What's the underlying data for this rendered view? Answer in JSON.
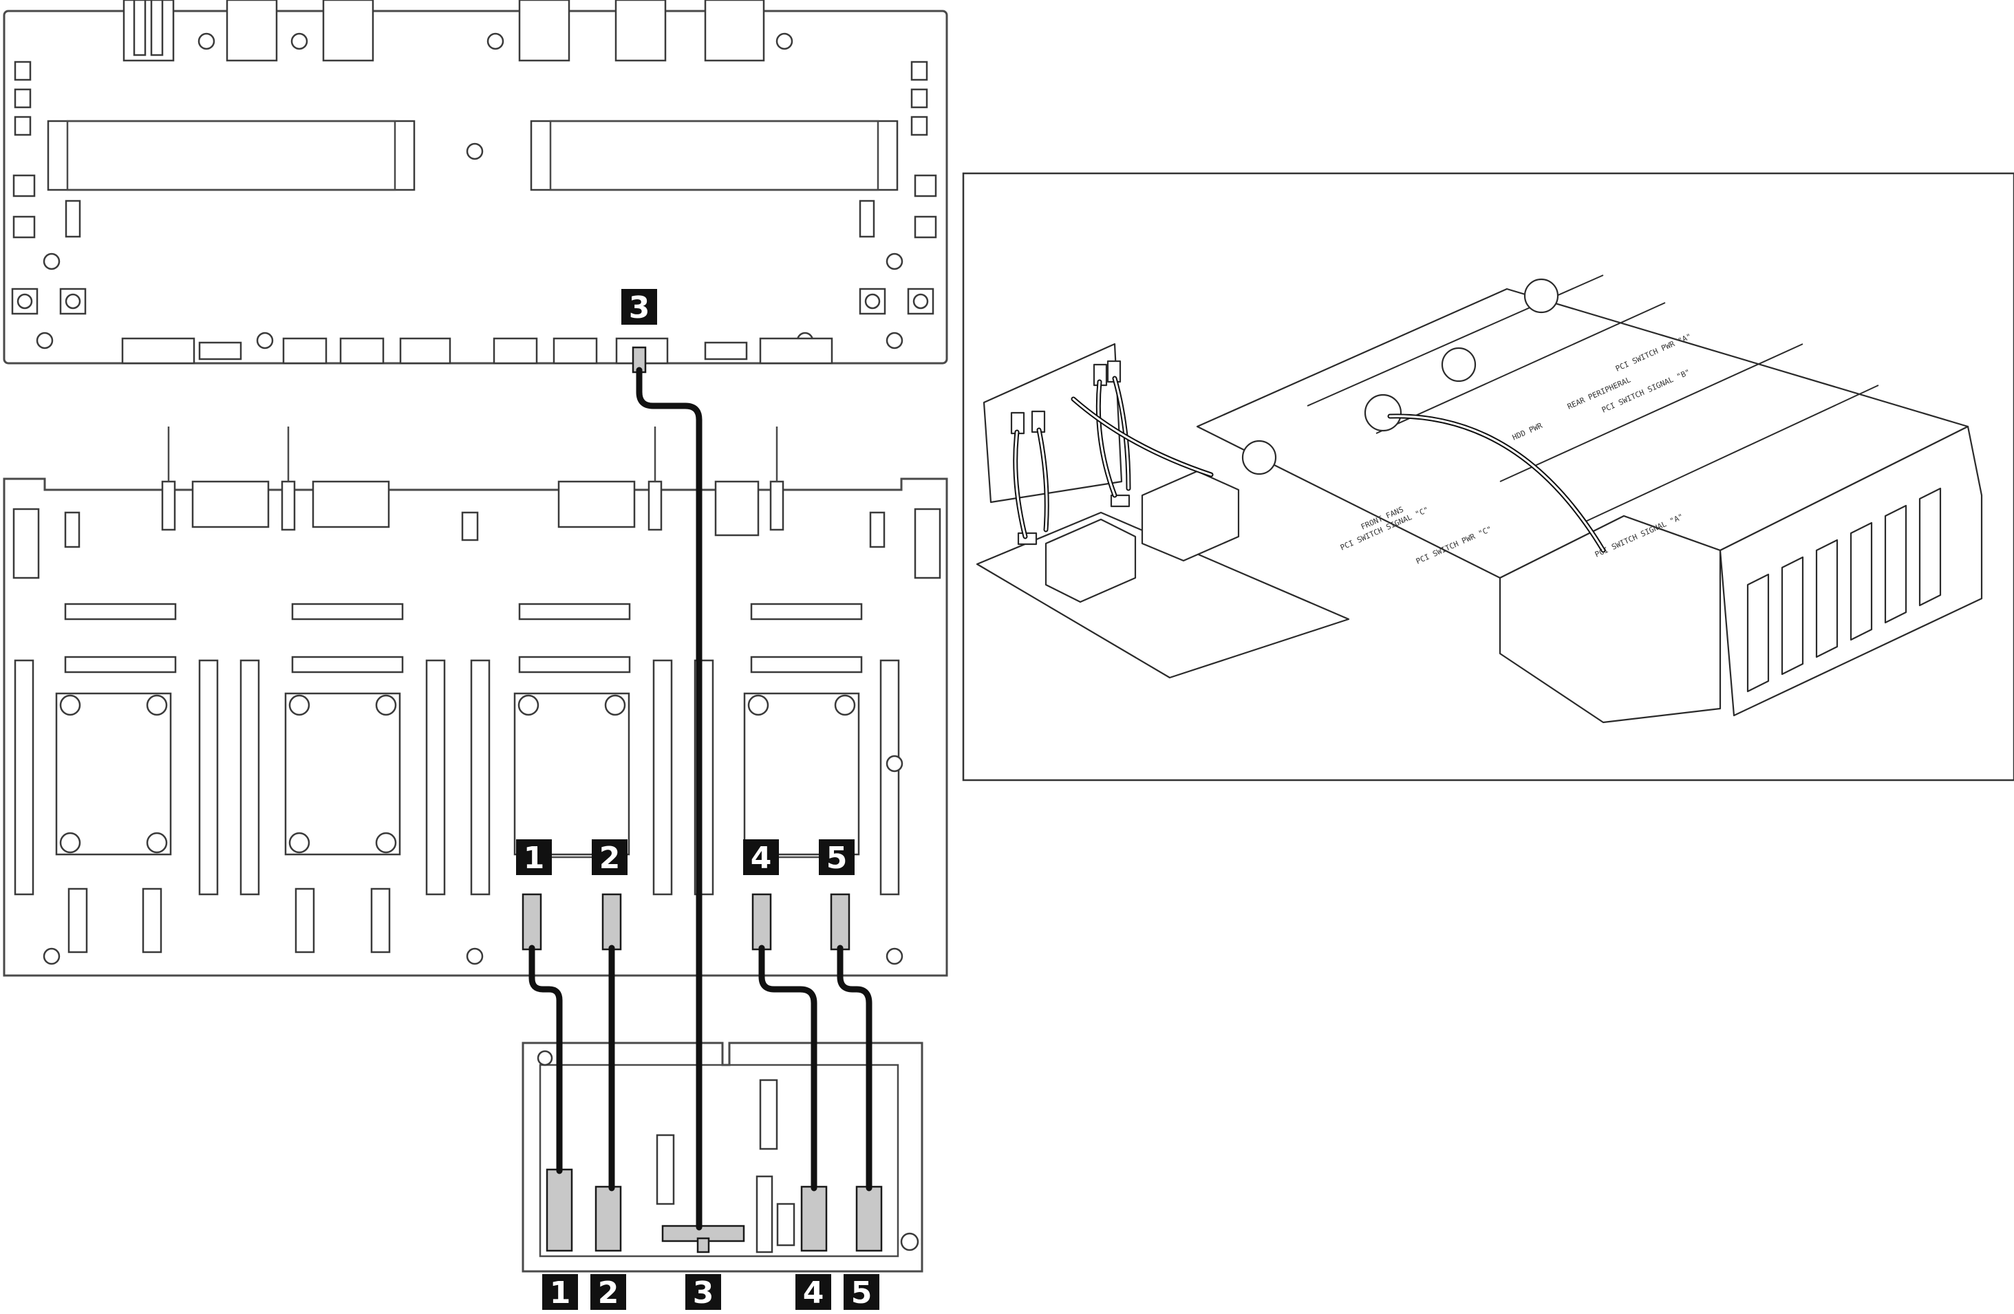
{
  "callouts": [
    {
      "id": "1",
      "label": "1"
    },
    {
      "id": "2",
      "label": "2"
    },
    {
      "id": "3",
      "label": "3"
    },
    {
      "id": "4",
      "label": "4"
    },
    {
      "id": "5",
      "label": "5"
    }
  ],
  "inset_labels": [
    "PCI SWITCH PWR \"A\"",
    "PCI SWITCH SIGNAL \"B\"",
    "FRONT FANS",
    "PCI SWITCH SIGNAL \"C\"",
    "PCI SWITCH PWR \"C\"",
    "REAR PERIPHERAL",
    "HDD PWR",
    "PCI SWITCH SIGNAL \"A\""
  ],
  "colors": {
    "callout_bg": "#111111",
    "callout_text": "#ffffff",
    "cable": "#111111",
    "connector_fill": "#c8c8c8",
    "outline": "#4a4a4a"
  }
}
